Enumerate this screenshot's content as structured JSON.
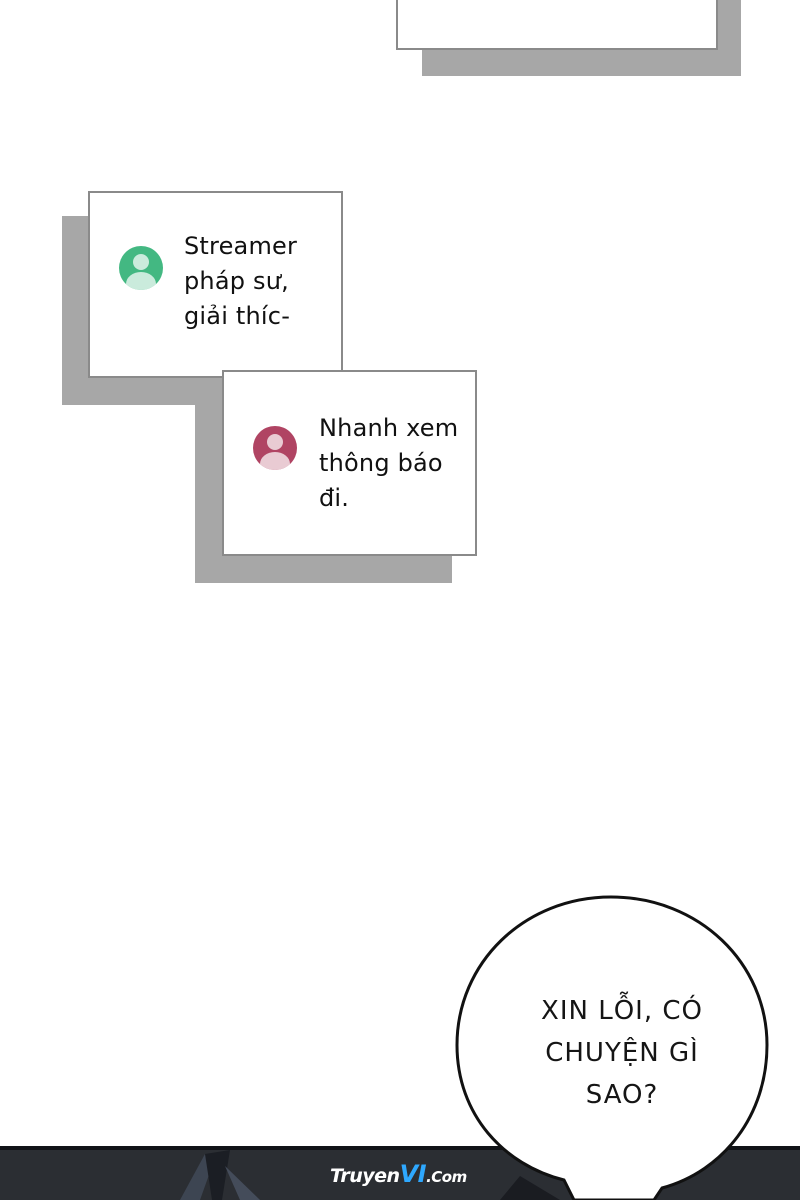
{
  "chat": {
    "messages": [
      {
        "text_lines": [
          "Streamer",
          "pháp sư,",
          "giải thíc-"
        ],
        "avatar_color": "#43b882",
        "avatar": "user-avatar-icon"
      },
      {
        "text_lines": [
          "Nhanh xem",
          "thông báo",
          "đi."
        ],
        "avatar_color": "#b04463",
        "avatar": "user-avatar-icon"
      }
    ]
  },
  "speech_bubble": {
    "lines": [
      "XIN LỖI, CÓ",
      "CHUYỆN GÌ",
      "SAO?"
    ]
  },
  "watermark": {
    "part1": "Truyen",
    "part2": "VI",
    "part3": ".Com"
  },
  "colors": {
    "shadow": "#a7a7a7",
    "card_border": "#8a8a8a",
    "scene": "#2b2e33"
  }
}
